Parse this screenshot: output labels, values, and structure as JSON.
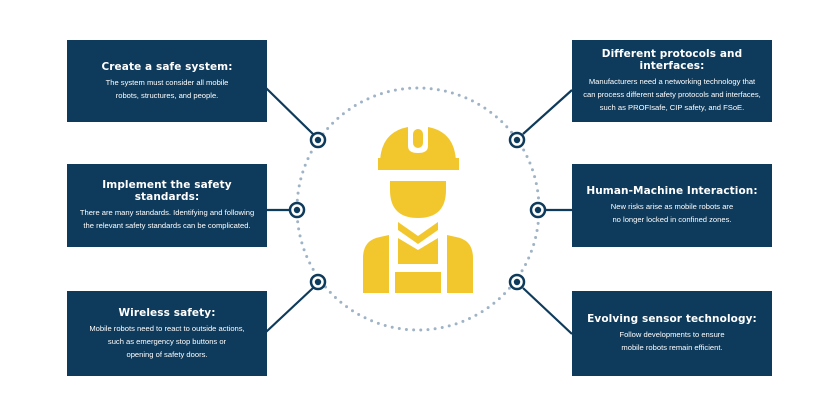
{
  "colors": {
    "card_bg": "#0e3a5b",
    "card_text": "#ffffff",
    "connector": "#0e3a5b",
    "dotted_circle": "#9fb3c6",
    "worker_icon": "#f2c72e",
    "background": "#ffffff"
  },
  "center": {
    "icon": "construction-worker-icon"
  },
  "left_cards": [
    {
      "title": "Create a safe system:",
      "lines": [
        "The system must consider all mobile",
        "robots, structures, and people."
      ]
    },
    {
      "title": "Implement the safety standards:",
      "lines": [
        "There are many standards. Identifying and following",
        "the relevant safety standards can be complicated."
      ]
    },
    {
      "title": "Wireless safety:",
      "lines": [
        "Mobile robots need to react to outside actions,",
        "such as emergency stop buttons or",
        "opening of safety doors."
      ]
    }
  ],
  "right_cards": [
    {
      "title": "Different protocols and interfaces:",
      "lines": [
        "Manufacturers need a networking technology that",
        "can process different safety protocols and interfaces,",
        "such as PROFIsafe, CIP safety, and FSoE."
      ]
    },
    {
      "title": "Human-Machine Interaction:",
      "lines": [
        "New risks arise as mobile robots are",
        "no longer locked in confined zones."
      ]
    },
    {
      "title": "Evolving sensor technology:",
      "lines": [
        "Follow developments to ensure",
        "mobile robots remain efficient."
      ]
    }
  ]
}
